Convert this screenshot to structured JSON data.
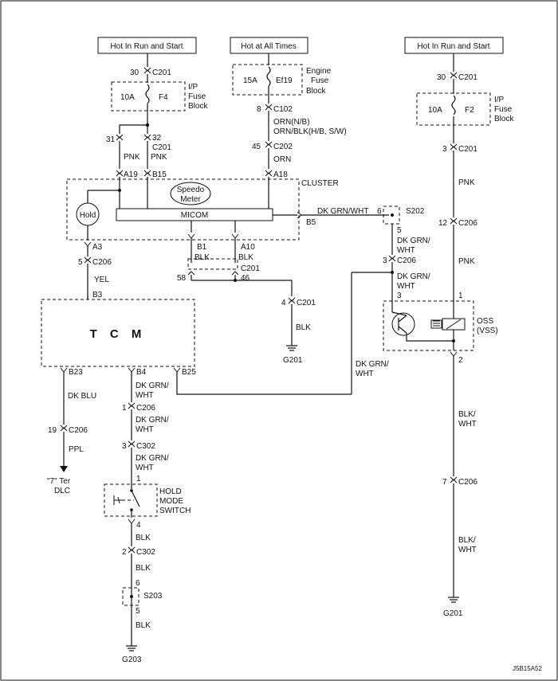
{
  "power": {
    "left": "Hot In Run and Start",
    "mid": "Hot at All Times",
    "right": "Hot In Run and Start"
  },
  "fuse_left": {
    "amp": "10A",
    "name": "F4",
    "block1": "I/P",
    "block2": "Fuse",
    "block3": "Block"
  },
  "fuse_mid": {
    "amp": "15A",
    "name": "Ef19",
    "block1": "Engine",
    "block2": "Fuse",
    "block3": "Block"
  },
  "fuse_right": {
    "amp": "10A",
    "name": "F2",
    "block1": "I/P",
    "block2": "Fuse",
    "block3": "Block"
  },
  "left_branch": {
    "pin30": "30",
    "c201_a": "C201",
    "pin31": "31",
    "pin32": "32",
    "c201_b": "C201",
    "pnk1": "PNK",
    "pnk2": "PNK",
    "a19": "A19",
    "b15": "B15"
  },
  "mid_branch": {
    "pin8": "8",
    "c102": "C102",
    "wire1": "ORN(N/B)",
    "wire2": "ORN/BLK(H/B, S/W)",
    "pin45": "45",
    "c202": "C202",
    "orn": "ORN",
    "a18": "A18"
  },
  "cluster": {
    "name": "CLUSTER",
    "speedo1": "Speedo",
    "speedo2": "Meter",
    "micom": "MICOM",
    "hold": "Hold",
    "b5": "B5",
    "a3": "A3",
    "b1": "B1",
    "a10": "A10",
    "blk1": "BLK",
    "blk2": "BLK"
  },
  "s202": {
    "name": "S202",
    "pin6": "6",
    "pin5": "5",
    "wire_in": "DK GRN/WHT"
  },
  "cluster_low": {
    "pin5": "5",
    "c206": "C206",
    "yel": "YEL",
    "b3": "B3",
    "pin58": "58",
    "pin46": "46",
    "c201": "C201",
    "pin4": "4",
    "c201b": "C201",
    "blk": "BLK",
    "g201": "G201"
  },
  "s202_low": {
    "w1a": "DK GRN/",
    "w1b": "WHT",
    "pin3": "3",
    "c206": "C206",
    "w2a": "DK GRN/",
    "w2b": "WHT",
    "pin3b": "3"
  },
  "tcm": {
    "name": "T C M",
    "b23": "B23",
    "b4": "B4",
    "b25": "B25"
  },
  "tcm_left": {
    "dkblu": "DK BLU",
    "pin19": "19",
    "c206": "C206",
    "ppl": "PPL",
    "dlc1": "\"7\" Ter",
    "dlc2": "DLC"
  },
  "tcm_mid": {
    "w1a": "DK GRN/",
    "w1b": "WHT",
    "pin1": "1",
    "c206": "C206",
    "w2a": "DK GRN/",
    "w2b": "WHT",
    "pin3": "3",
    "c302": "C302",
    "w3a": "DK GRN/",
    "w3b": "WHT",
    "pin1b": "1",
    "sw1": "HOLD",
    "sw2": "MODE",
    "sw3": "SWITCH",
    "pin4": "4",
    "blk1": "BLK",
    "pin2": "2",
    "c302b": "C302",
    "blk2": "BLK",
    "pin6": "6",
    "s203": "S203",
    "pin5": "5",
    "blk3": "BLK",
    "g203": "G203"
  },
  "tcm_b25": {
    "w1": "DK GRN/",
    "w2": "WHT"
  },
  "right_branch": {
    "pin30": "30",
    "c201_a": "C201",
    "pin3": "3",
    "c201_b": "C201",
    "pnk1": "PNK",
    "pin12": "12",
    "c206": "C206",
    "pnk2": "PNK",
    "oss_pin1": "1",
    "oss1": "OSS",
    "oss2": "(VSS)",
    "oss_pin2": "2",
    "blkwht1a": "BLK/",
    "blkwht1b": "WHT",
    "pin7": "7",
    "c206b": "C206",
    "blkwht2a": "BLK/",
    "blkwht2b": "WHT",
    "g201": "G201"
  },
  "footer_code": "J5B15A52"
}
